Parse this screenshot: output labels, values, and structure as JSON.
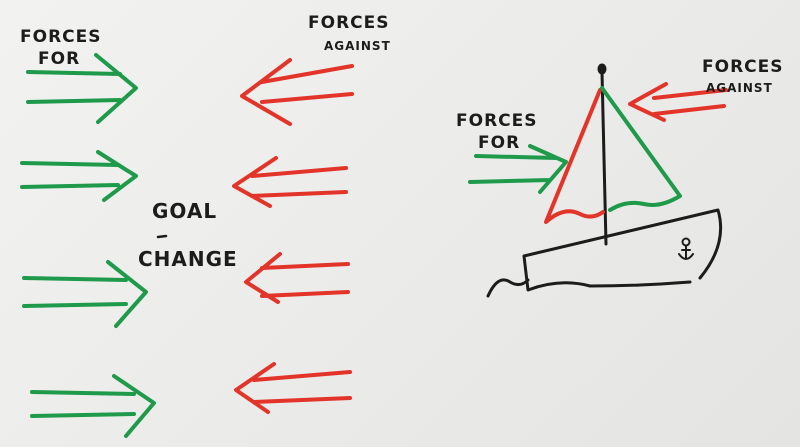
{
  "left": {
    "forces_for_line1": "FORCES",
    "forces_for_line2": "FOR",
    "forces_against_line1": "FORCES",
    "forces_against_line2": "AGAINST",
    "goal_line1": "GOAL",
    "goal_line2": "CHANGE"
  },
  "boat": {
    "forces_for_line1": "FORCES",
    "forces_for_line2": "FOR",
    "forces_against_line1": "FORCES",
    "forces_against_line2": "AGAINST"
  },
  "colors": {
    "for": "#1e9a4a",
    "against": "#e3342a",
    "ink": "#1c1c1c",
    "board": "#efefed"
  }
}
